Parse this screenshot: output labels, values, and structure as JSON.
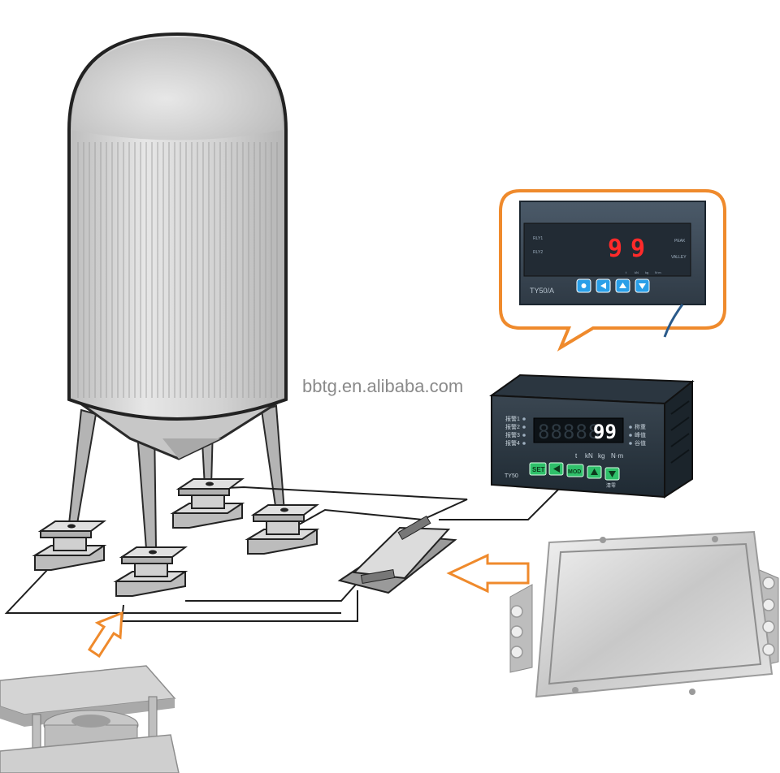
{
  "watermark": "bbtg.en.alibaba.com",
  "top_indicator": {
    "display": "99",
    "labels": [
      "RLY1",
      "RLY2"
    ],
    "right_labels": [
      "PEAK",
      "VALLEY"
    ],
    "unit_labels": [
      "t",
      "kN",
      "kg",
      "N·m"
    ],
    "model": "TY50/A"
  },
  "main_indicator": {
    "display_dim": "88888",
    "display_lit": "99",
    "left_labels": [
      "报警1",
      "报警2",
      "报警3",
      "报警4"
    ],
    "right_labels": [
      "称重",
      "峰值",
      "谷值"
    ],
    "unit_labels": [
      "t",
      "kN",
      "kg",
      "N·m"
    ],
    "keys": [
      "SET",
      "MOD"
    ],
    "model": "TY50",
    "sub_label": "清零"
  },
  "colors": {
    "callout": "#ef8a2c",
    "arrow": "#ef8a2c",
    "led": "#ff2a2a",
    "key_blue": "#2a9fe8",
    "key_green": "#2fc06a",
    "panel_top": "#3c4e62",
    "panel_main": "#27343f"
  }
}
